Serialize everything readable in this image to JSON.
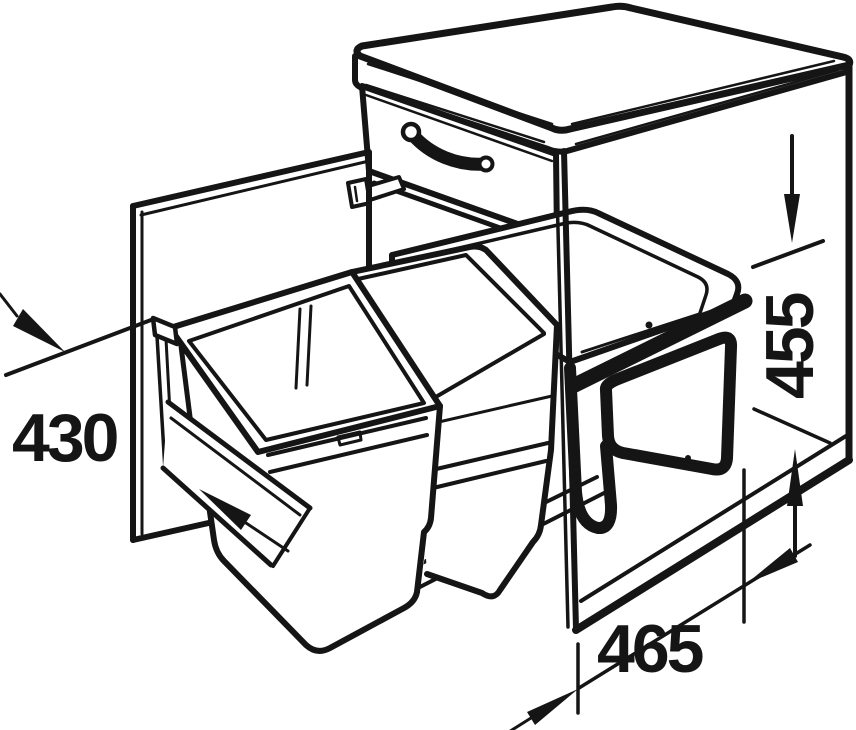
{
  "diagram": {
    "type": "technical-line-drawing",
    "subject": "base cabinet with pull-out double waste bin unit",
    "background_color": "#ffffff",
    "line_color": "#151515",
    "dimension_labels": {
      "depth_left": "430",
      "height_right": "455",
      "width_bottom": "465"
    }
  }
}
